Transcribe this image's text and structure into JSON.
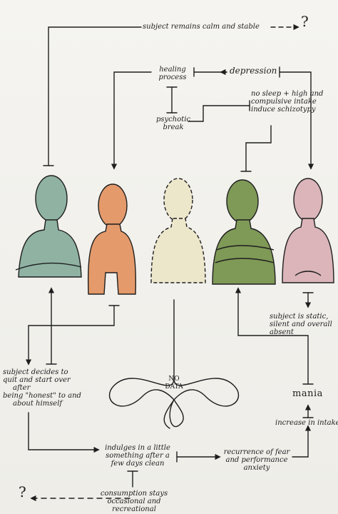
{
  "diagram": {
    "top_note": "subject remains calm and stable",
    "question_marks": {
      "top": "?",
      "bottom": "?"
    },
    "healing_process": [
      "healing",
      "process"
    ],
    "depression": "depression",
    "psychotic_break": [
      "psychotic",
      "break"
    ],
    "no_sleep": [
      "no sleep + high and",
      "compulsive intake",
      "induce schizotypy"
    ],
    "static": [
      "subject is static,",
      "silent and overall",
      "absent"
    ],
    "decides_to_quit": [
      "subject decides to",
      "quit and start over",
      "after",
      "being \"honest\" to and",
      "about himself"
    ],
    "no_data": [
      "NO",
      "DATA"
    ],
    "mania": "mania",
    "increase_intake": "increase in intake",
    "indulges": [
      "indulges in a little",
      "something after a",
      "few days clean"
    ],
    "recurrence": [
      "recurrence of fear",
      "and performance",
      "anxiety"
    ],
    "consumption": [
      "consumption stays",
      "occasional and",
      "recreational"
    ]
  },
  "colors": {
    "figure_1": "#8fb2a3",
    "figure_2": "#e49a6b",
    "figure_3": "#ece6cb",
    "figure_4": "#7f9957",
    "figure_5": "#dbb5b9",
    "ink": "#1e1e1e"
  }
}
